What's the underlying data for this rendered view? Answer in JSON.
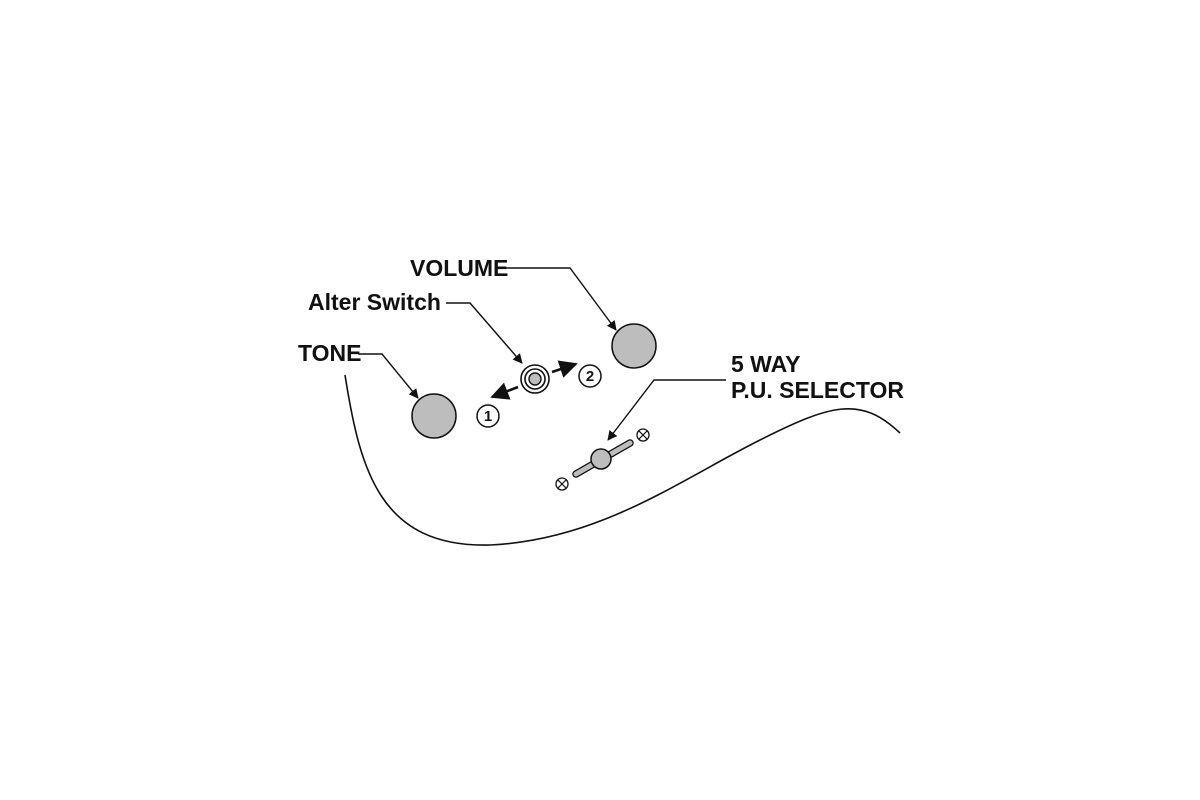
{
  "labels": {
    "volume": "VOLUME",
    "alter_switch": "Alter Switch",
    "tone": "TONE",
    "selector_line1": "5 WAY",
    "selector_line2": "P.U. SELECTOR"
  },
  "switch_positions": {
    "position_1": "1",
    "position_2": "2"
  },
  "colors": {
    "knob_fill": "#bdbdbd",
    "line": "#111111",
    "background": "#ffffff"
  }
}
